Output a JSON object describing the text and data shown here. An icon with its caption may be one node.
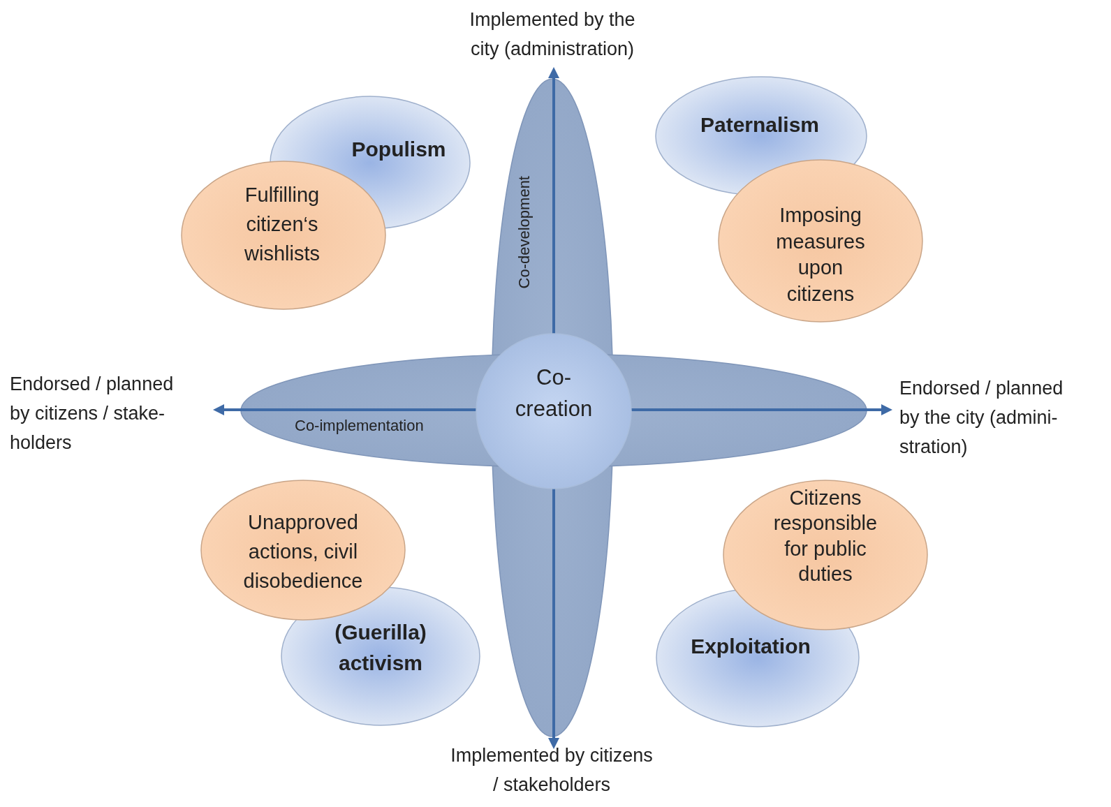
{
  "diagram": {
    "nodes": [
      {
        "text": [
          "Populism"
        ]
      },
      {
        "text": [
          "Fulfilling citizen‘s wishlists"
        ]
      },
      {
        "text": [
          "Paternalism"
        ]
      },
      {
        "text": [
          "Imposing measures upon citizens"
        ]
      },
      {
        "text": [
          "Co-development"
        ]
      },
      {
        "text": [
          "Co-implementation"
        ]
      },
      {
        "text": [
          "Co-creation"
        ]
      },
      {
        "text": [
          "Unapproved actions, civil disobedience"
        ]
      },
      {
        "text": [
          "(Guerilla) activism"
        ]
      },
      {
        "text": [
          "Citizens responsible for public duties"
        ]
      },
      {
        "text": [
          "Exploitation"
        ]
      }
    ],
    "labels": [
      "Implemented by the city (administration)",
      "Endorsed / planned by citizens / stake-holders",
      "Endorsed / planned by the city (admini-stration)",
      "Implemented by citizens / stakeholders"
    ]
  }
}
